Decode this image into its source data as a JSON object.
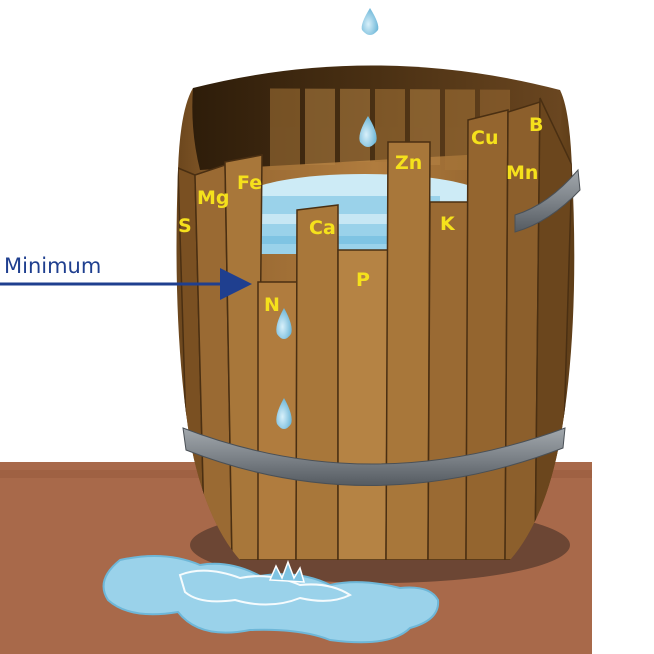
{
  "pointer": {
    "label": "Minimum"
  },
  "nutrients": [
    {
      "symbol": "S"
    },
    {
      "symbol": "Mg"
    },
    {
      "symbol": "Fe"
    },
    {
      "symbol": "N"
    },
    {
      "symbol": "Ca"
    },
    {
      "symbol": "P"
    },
    {
      "symbol": "Zn"
    },
    {
      "symbol": "K"
    },
    {
      "symbol": "Cu"
    },
    {
      "symbol": "Mn"
    },
    {
      "symbol": "B"
    }
  ],
  "colors": {
    "label_text": "#f5e11c",
    "pointer": "#1f3f8f",
    "wood_light": "#a8773a",
    "wood_mid": "#8c5f2c",
    "wood_dark": "#5e3d18",
    "hoop": "#7d8389",
    "ground": "#a8694a",
    "water": "#9ad2ea",
    "water_dark": "#6eb7d8",
    "background": "#ffffff"
  }
}
